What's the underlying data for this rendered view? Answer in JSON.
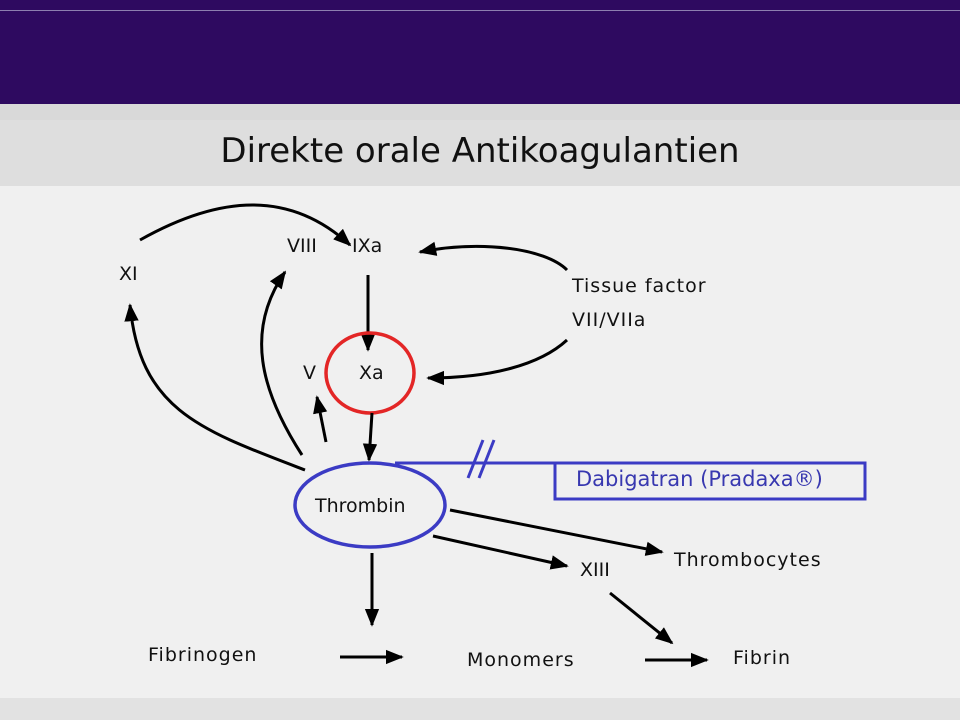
{
  "slide": {
    "title": "Direkte orale Antikoagulantien"
  },
  "diagram": {
    "labels": {
      "xi": "XI",
      "viii": "VIII",
      "ixa": "IXa",
      "tissue_factor": "Tissue factor",
      "vii_viia": "VII/VIIa",
      "v": "V",
      "xa": "Xa",
      "thrombin": "Thrombin",
      "dabigatran": "Dabigatran (Pradaxa®)",
      "thrombocytes": "Thrombocytes",
      "xiii": "XIII",
      "fibrinogen": "Fibrinogen",
      "monomers": "Monomers",
      "fibrin": "Fibrin"
    },
    "colors": {
      "xa_circle": "#e32626",
      "thrombin_ellipse": "#3b3bc4",
      "inhibitor_box": "#3b3bc4",
      "arrows": "#000000"
    }
  }
}
